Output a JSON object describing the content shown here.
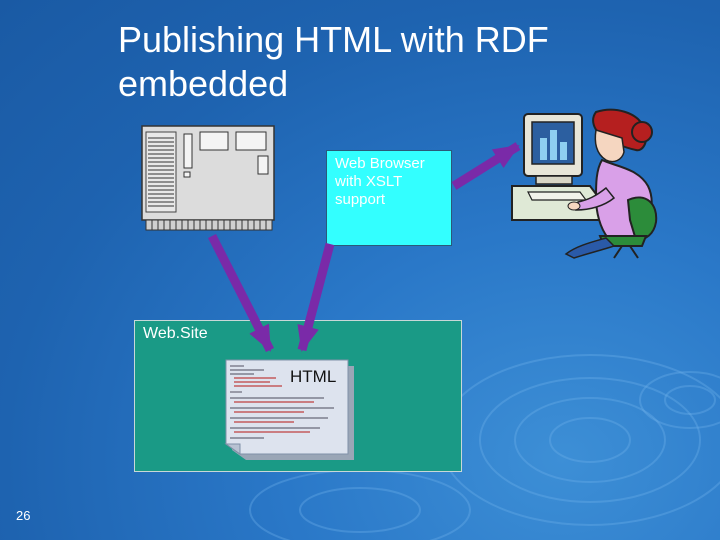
{
  "slide": {
    "title_lines": [
      "Publishing HTML with RDF",
      "embedded"
    ],
    "page_number": "26"
  },
  "diagram": {
    "browser_box": {
      "lines": [
        "Web Browser",
        "with XSLT",
        "support"
      ],
      "fill": "#33ffff"
    },
    "website_box": {
      "label": "Web.Site",
      "fill": "#1a9a86"
    },
    "document": {
      "label": "HTML"
    },
    "arrow_color": "#7a2aa8",
    "icons": [
      "server-icon",
      "user-at-computer-icon",
      "html-document-icon"
    ]
  }
}
